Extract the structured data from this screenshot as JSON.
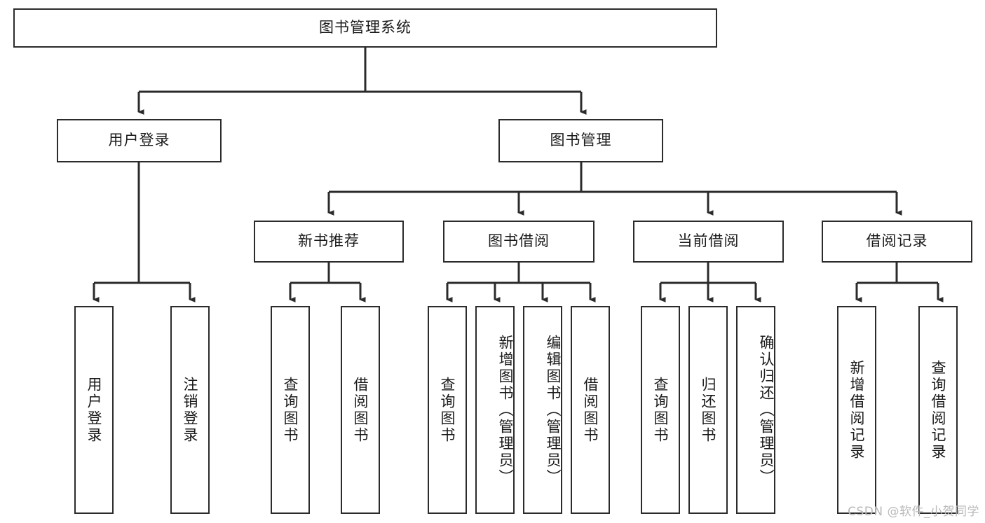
{
  "diagram": {
    "type": "tree",
    "title": "图书管理系统",
    "watermark": "CSDN @软件_小贺同学",
    "colors": {
      "stroke": "#2b2b2b",
      "fill": "#ffffff",
      "text": "#1a1a1a",
      "watermark": "#b9b9b9"
    },
    "root": {
      "label": "图书管理系统",
      "orientation": "horizontal"
    },
    "level2": [
      {
        "label": "用户登录",
        "orientation": "horizontal"
      },
      {
        "label": "图书管理",
        "orientation": "horizontal"
      }
    ],
    "level3": [
      {
        "label": "新书推荐",
        "orientation": "horizontal"
      },
      {
        "label": "图书借阅",
        "orientation": "horizontal"
      },
      {
        "label": "当前借阅",
        "orientation": "horizontal"
      },
      {
        "label": "借阅记录",
        "orientation": "horizontal"
      }
    ],
    "leaves": {
      "user_login": [
        {
          "label": "用户登录",
          "orientation": "vertical"
        },
        {
          "label": "注销登录",
          "orientation": "vertical"
        }
      ],
      "new_book_recommend": [
        {
          "label": "查询图书",
          "orientation": "vertical"
        },
        {
          "label": "借阅图书",
          "orientation": "vertical"
        }
      ],
      "book_borrow": [
        {
          "label": "查询图书",
          "orientation": "vertical"
        },
        {
          "label": "新增图书（管理员）",
          "orientation": "vertical"
        },
        {
          "label": "编辑图书（管理员）",
          "orientation": "vertical"
        },
        {
          "label": "借阅图书",
          "orientation": "vertical"
        }
      ],
      "current_borrow": [
        {
          "label": "查询图书",
          "orientation": "vertical"
        },
        {
          "label": "归还图书",
          "orientation": "vertical"
        },
        {
          "label": "确认归还（管理员）",
          "orientation": "vertical"
        }
      ],
      "borrow_record": [
        {
          "label": "新增借阅记录",
          "orientation": "vertical"
        },
        {
          "label": "查询借阅记录",
          "orientation": "vertical"
        }
      ]
    }
  }
}
